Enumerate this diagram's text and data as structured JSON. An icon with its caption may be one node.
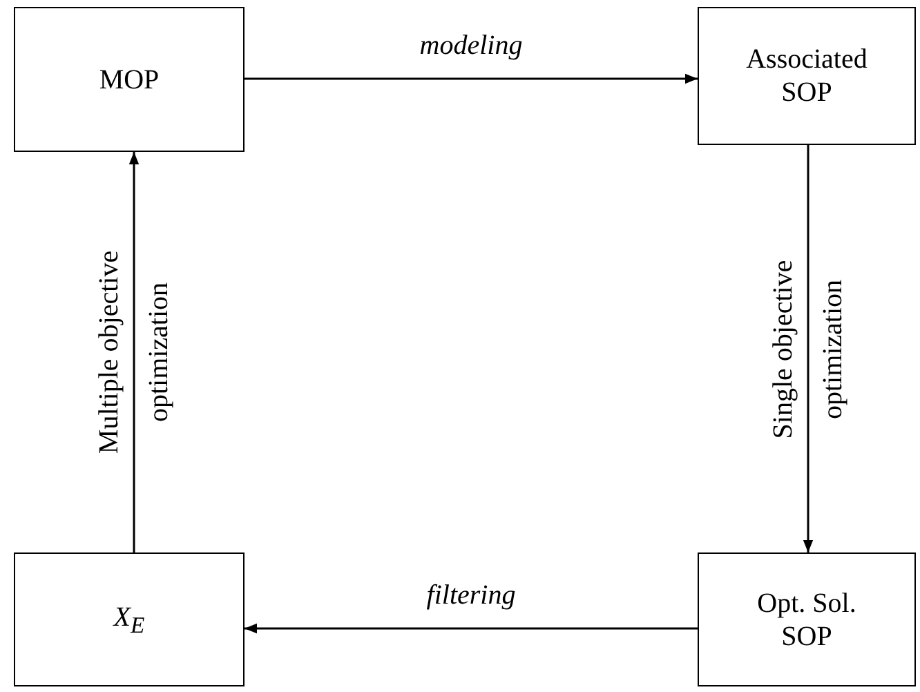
{
  "diagram": {
    "nodes": [
      {
        "text": [
          "MOP"
        ]
      },
      {
        "text": [
          "Associated SOP"
        ]
      },
      {
        "text": [
          "X$_{E}$"
        ]
      },
      {
        "text": [
          "Opt. Sol. SOP"
        ]
      }
    ],
    "edges": [
      {
        "from": 0,
        "to": 1,
        "arrow": "to",
        "label": "modeling"
      },
      {
        "from": 1,
        "to": 3,
        "arrow": "to",
        "label": "Single objective optimization"
      },
      {
        "from": 3,
        "to": 2,
        "arrow": "to",
        "label": "filtering"
      },
      {
        "from": 2,
        "to": 0,
        "arrow": "to",
        "label": "Multiple objective optimization"
      }
    ]
  }
}
